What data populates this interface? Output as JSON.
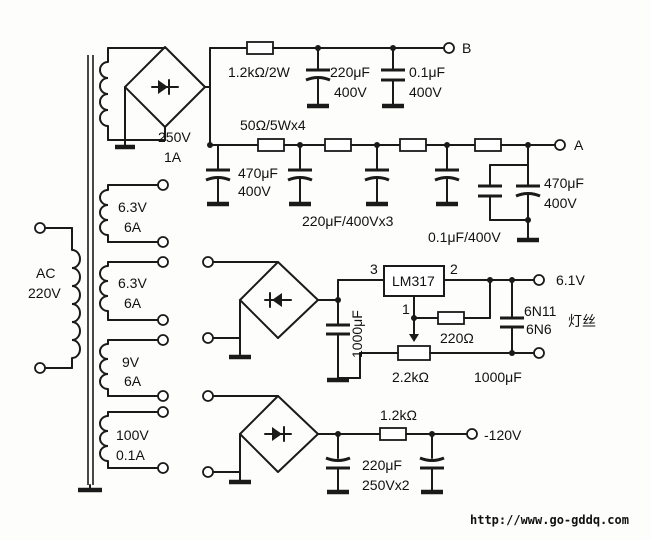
{
  "labels": {
    "node_b": "B",
    "node_a": "A",
    "r_b": "1.2kΩ/2W",
    "c_b_elec": "220μF",
    "c_b_elec_v": "400V",
    "c_b_film": "0.1μF",
    "c_b_film_v": "400V",
    "hv_winding": "250V",
    "hv_winding_i": "1A",
    "r_chain": "50Ω/5Wx4",
    "c_in": "470μF",
    "c_in_v": "400V",
    "c_chain": "220μF/400Vx3",
    "c_out_film": "0.1μF/400V",
    "c_out": "470μF",
    "c_out_v": "400V",
    "w1": "6.3V",
    "w1_i": "6A",
    "w2": "6.3V",
    "w2_i": "6A",
    "w3": "9V",
    "w3_i": "6A",
    "w4": "100V",
    "w4_i": "0.1A",
    "primary": "AC",
    "primary_v": "220V",
    "reg": "LM317",
    "pin3": "3",
    "pin2": "2",
    "pin1": "1",
    "out_61": "6.1V",
    "c_reg_in": "1000μF",
    "r_220": "220Ω",
    "pot": "2.2kΩ",
    "c_reg_out": "1000μF",
    "tubes_1": "6N11",
    "tubes_2": "6N6",
    "heater": "灯丝",
    "r_neg": "1.2kΩ",
    "out_neg": "-120V",
    "c_neg": "220μF",
    "c_neg_v": "250Vx2",
    "url": "http://www.go-gddq.com"
  }
}
